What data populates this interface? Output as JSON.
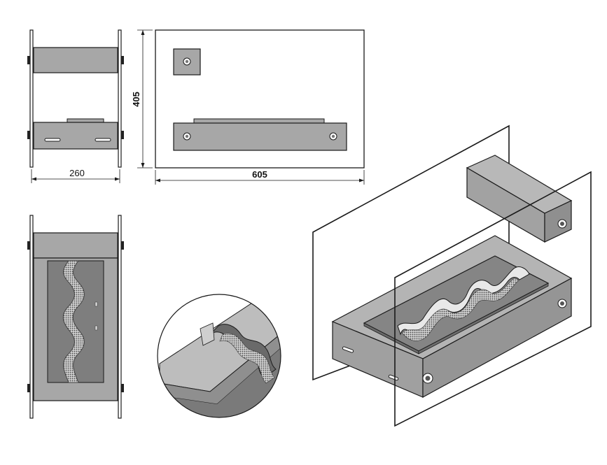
{
  "drawing": {
    "side_view_width_label": "260",
    "front_view_height_label": "405",
    "front_view_width_label": "605"
  },
  "colors": {
    "line": "#1a1a1a",
    "metal": "#a7a7a7",
    "metal_light": "#b8b8b8",
    "metal_dark": "#8f8f8f",
    "insert": "#7e7e7e",
    "mesh": "#5a5a5a"
  }
}
